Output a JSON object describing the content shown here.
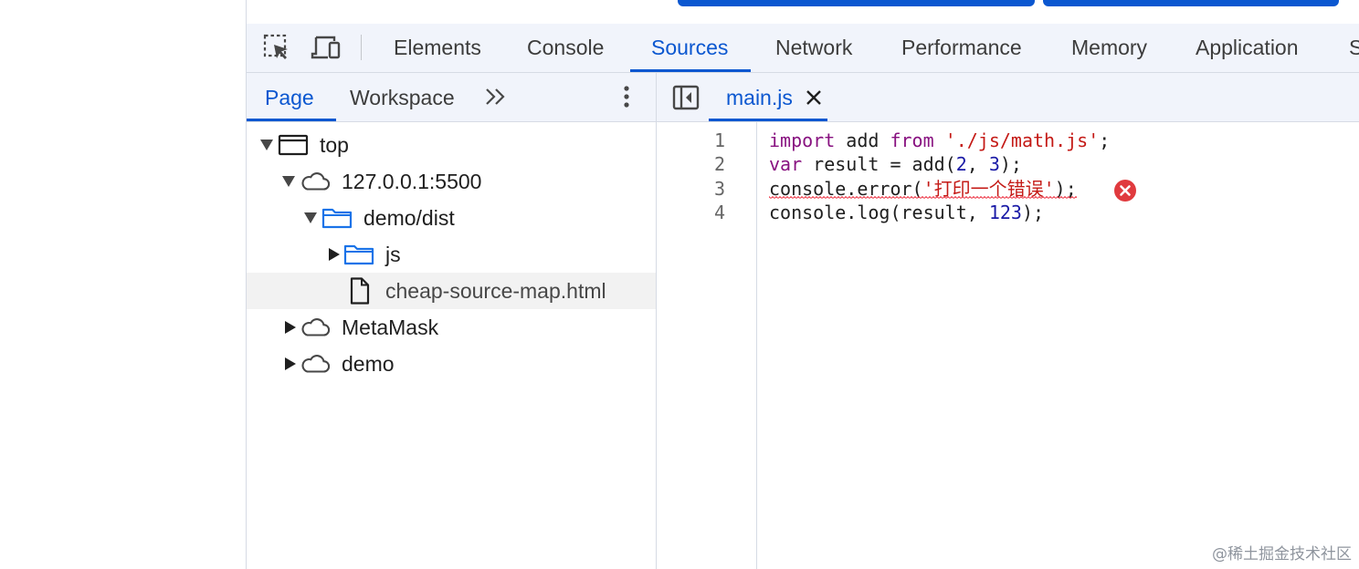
{
  "main_toolbar": {
    "tabs": [
      {
        "label": "Elements"
      },
      {
        "label": "Console"
      },
      {
        "label": "Sources",
        "active": true
      },
      {
        "label": "Network"
      },
      {
        "label": "Performance"
      },
      {
        "label": "Memory"
      },
      {
        "label": "Application"
      },
      {
        "label": "S"
      }
    ]
  },
  "navigator": {
    "tabs": [
      {
        "label": "Page",
        "active": true
      },
      {
        "label": "Workspace"
      }
    ],
    "tree": [
      {
        "label": "top",
        "icon": "frame-icon",
        "expanded": true,
        "depth": 0
      },
      {
        "label": "127.0.0.1:5500",
        "icon": "cloud-icon",
        "expanded": true,
        "depth": 1
      },
      {
        "label": "demo/dist",
        "icon": "folder-icon",
        "expanded": true,
        "depth": 2
      },
      {
        "label": "js",
        "icon": "folder-icon",
        "expanded": false,
        "depth": 3
      },
      {
        "label": "cheap-source-map.html",
        "icon": "file-icon",
        "selected": true,
        "depth": 3
      },
      {
        "label": "MetaMask",
        "icon": "cloud-icon",
        "expanded": false,
        "depth": 1
      },
      {
        "label": "demo",
        "icon": "cloud-icon",
        "expanded": false,
        "depth": 1
      }
    ]
  },
  "editor": {
    "file_tab": {
      "label": "main.js"
    },
    "line_numbers": [
      "1",
      "2",
      "3",
      "4"
    ],
    "code": {
      "l1": {
        "t1": "import",
        "t2": " add ",
        "t3": "from",
        "t4": " ",
        "t5": "'./js/math.js'",
        "t6": ";"
      },
      "l2": {
        "t1": "var",
        "t2": " result = add(",
        "t3": "2",
        "t4": ", ",
        "t5": "3",
        "t6": ");"
      },
      "l3": {
        "t1": "console.error(",
        "t2": "'打印一个错误'",
        "t3": ");"
      },
      "l4": {
        "t1": "console.log(result, ",
        "t2": "123",
        "t3": ");"
      }
    }
  },
  "watermark": "@稀土掘金技术社区",
  "colors": {
    "accent": "#0b57d0",
    "toolbar_bg": "#f1f4fb",
    "error": "#e03a3e"
  }
}
